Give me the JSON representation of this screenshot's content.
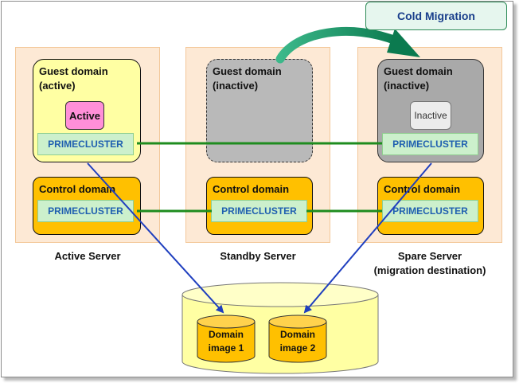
{
  "callout": {
    "label": "Cold Migration"
  },
  "servers": [
    {
      "label": "Active Server",
      "guest": {
        "title": "Guest domain\n(active)",
        "status": "Active",
        "cluster": "PRIMECLUSTER"
      },
      "control": {
        "title": "Control domain",
        "cluster": "PRIMECLUSTER"
      }
    },
    {
      "label": "Standby Server",
      "guest": {
        "title": "Guest domain\n(inactive)"
      },
      "control": {
        "title": "Control domain",
        "cluster": "PRIMECLUSTER"
      }
    },
    {
      "label": "Spare Server\n(migration destination)",
      "guest": {
        "title": "Guest domain\n(inactive)",
        "status": "Inactive",
        "cluster": "PRIMECLUSTER"
      },
      "control": {
        "title": "Control domain",
        "cluster": "PRIMECLUSTER"
      }
    }
  ],
  "storage": {
    "images": [
      {
        "label": "Domain\nimage 1"
      },
      {
        "label": "Domain\nimage 2"
      }
    ]
  },
  "colors": {
    "cluster_link": "#1e8c1e",
    "data_arrow": "#1f3fbf",
    "migration_arrow": "#1e9a6a",
    "server_bg": "#fde9d5",
    "storage": "#ffffa3",
    "image": "#ffc000"
  }
}
